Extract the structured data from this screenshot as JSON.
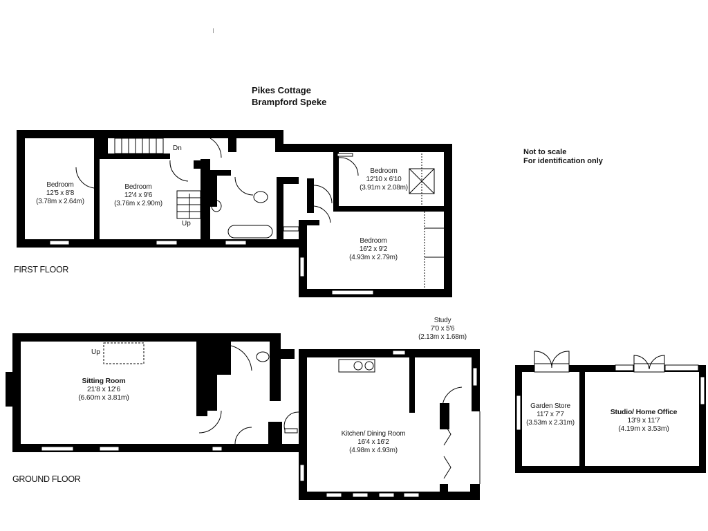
{
  "title": {
    "line1": "Pikes Cottage",
    "line2": "Brampford Speke"
  },
  "notes": {
    "line1": "Not to scale",
    "line2": "For identification only"
  },
  "floors": {
    "first": {
      "label": "FIRST FLOOR",
      "rooms": [
        {
          "name": "Bedroom",
          "imperial": "12'5 x 8'8",
          "metric": "(3.78m x 2.64m)"
        },
        {
          "name": "Bedroom",
          "imperial": "12'4 x 9'6",
          "metric": "(3.76m x 2.90m)"
        },
        {
          "name": "Bedroom",
          "imperial": "12'10 x 6'10",
          "metric": "(3.91m x 2.08m)"
        },
        {
          "name": "Bedroom",
          "imperial": "16'2 x 9'2",
          "metric": "(4.93m x 2.79m)"
        }
      ],
      "stairs": {
        "down": "Dn",
        "up": "Up"
      }
    },
    "ground": {
      "label": "GROUND FLOOR",
      "rooms": [
        {
          "name": "Sitting Room",
          "imperial": "21'8 x 12'6",
          "metric": "(6.60m x 3.81m)"
        },
        {
          "name": "Kitchen/ Dining Room",
          "imperial": "16'4 x 16'2",
          "metric": "(4.98m x 4.93m)"
        },
        {
          "name": "Study",
          "imperial": "7'0 x 5'6",
          "metric": "(2.13m x 1.68m)"
        }
      ],
      "stairs": {
        "up": "Up"
      }
    },
    "outbuilding": {
      "rooms": [
        {
          "name": "Garden Store",
          "imperial": "11'7 x 7'7",
          "metric": "(3.53m x 2.31m)"
        },
        {
          "name": "Studio/ Home Office",
          "imperial": "13'9 x 11'7",
          "metric": "(4.19m x 3.53m)"
        }
      ]
    }
  },
  "colors": {
    "wall": "#000000",
    "background": "#ffffff",
    "text": "#111111"
  }
}
